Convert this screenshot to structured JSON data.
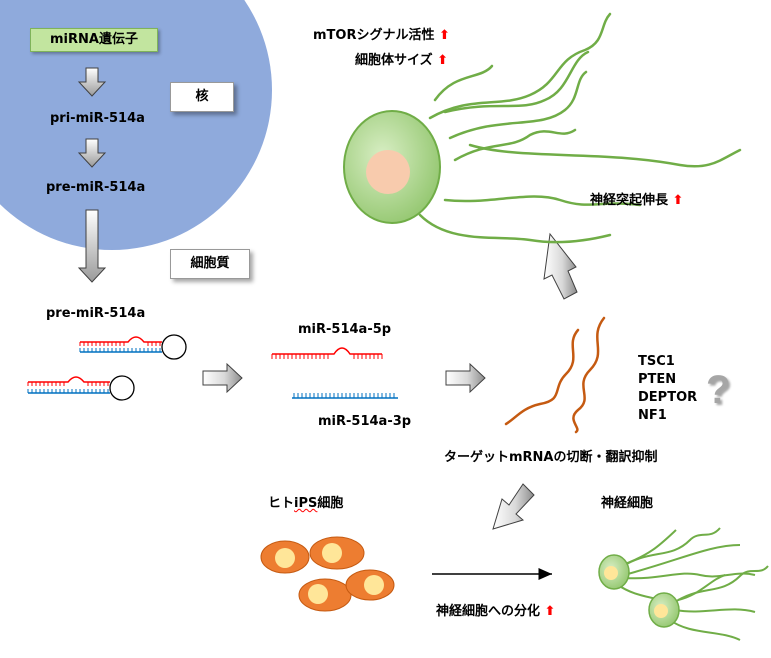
{
  "nucleus": {
    "gene_label": "miRNA遺伝子",
    "pri_label": "pri-miR-514a",
    "pre_label": "pre-miR-514a",
    "nucleus_box": "核",
    "cytoplasm_box": "細胞質"
  },
  "cytoplasm": {
    "pre_label": "pre-miR-514a",
    "mir5p_label": "miR-514a-5p",
    "mir3p_label": "miR-514a-3p"
  },
  "targets": {
    "genes": [
      "TSC1",
      "PTEN",
      "DEPTOR",
      "NF1"
    ],
    "unknown_mark": "?",
    "caption": "ターゲットmRNAの切断・翻訳抑制"
  },
  "neuron_effects": {
    "mtor": "mTORシグナル活性",
    "cell_size": "細胞体サイズ",
    "neurite": "神経突起伸長",
    "up_symbol": "⬆"
  },
  "differentiation": {
    "ips_prefix": "ヒト",
    "ips_mid": "iPS",
    "ips_suffix": "細胞",
    "neuron_label": "神経細胞",
    "diff_caption": "神経細胞への分化",
    "up_symbol": "⬆"
  },
  "colors": {
    "nucleus": "#8faadc",
    "gene_box": "#c2e59f",
    "strand_red": "#ff0000",
    "strand_blue": "#0070c0",
    "mrna": "#c55a11",
    "neuron_body": "#a9d18e",
    "neuron_core": "#f8cbad",
    "neurite": "#70ad47",
    "ips_cell": "#ed7d31",
    "ips_core": "#ffe699",
    "up_arrow": "#ff0000"
  }
}
